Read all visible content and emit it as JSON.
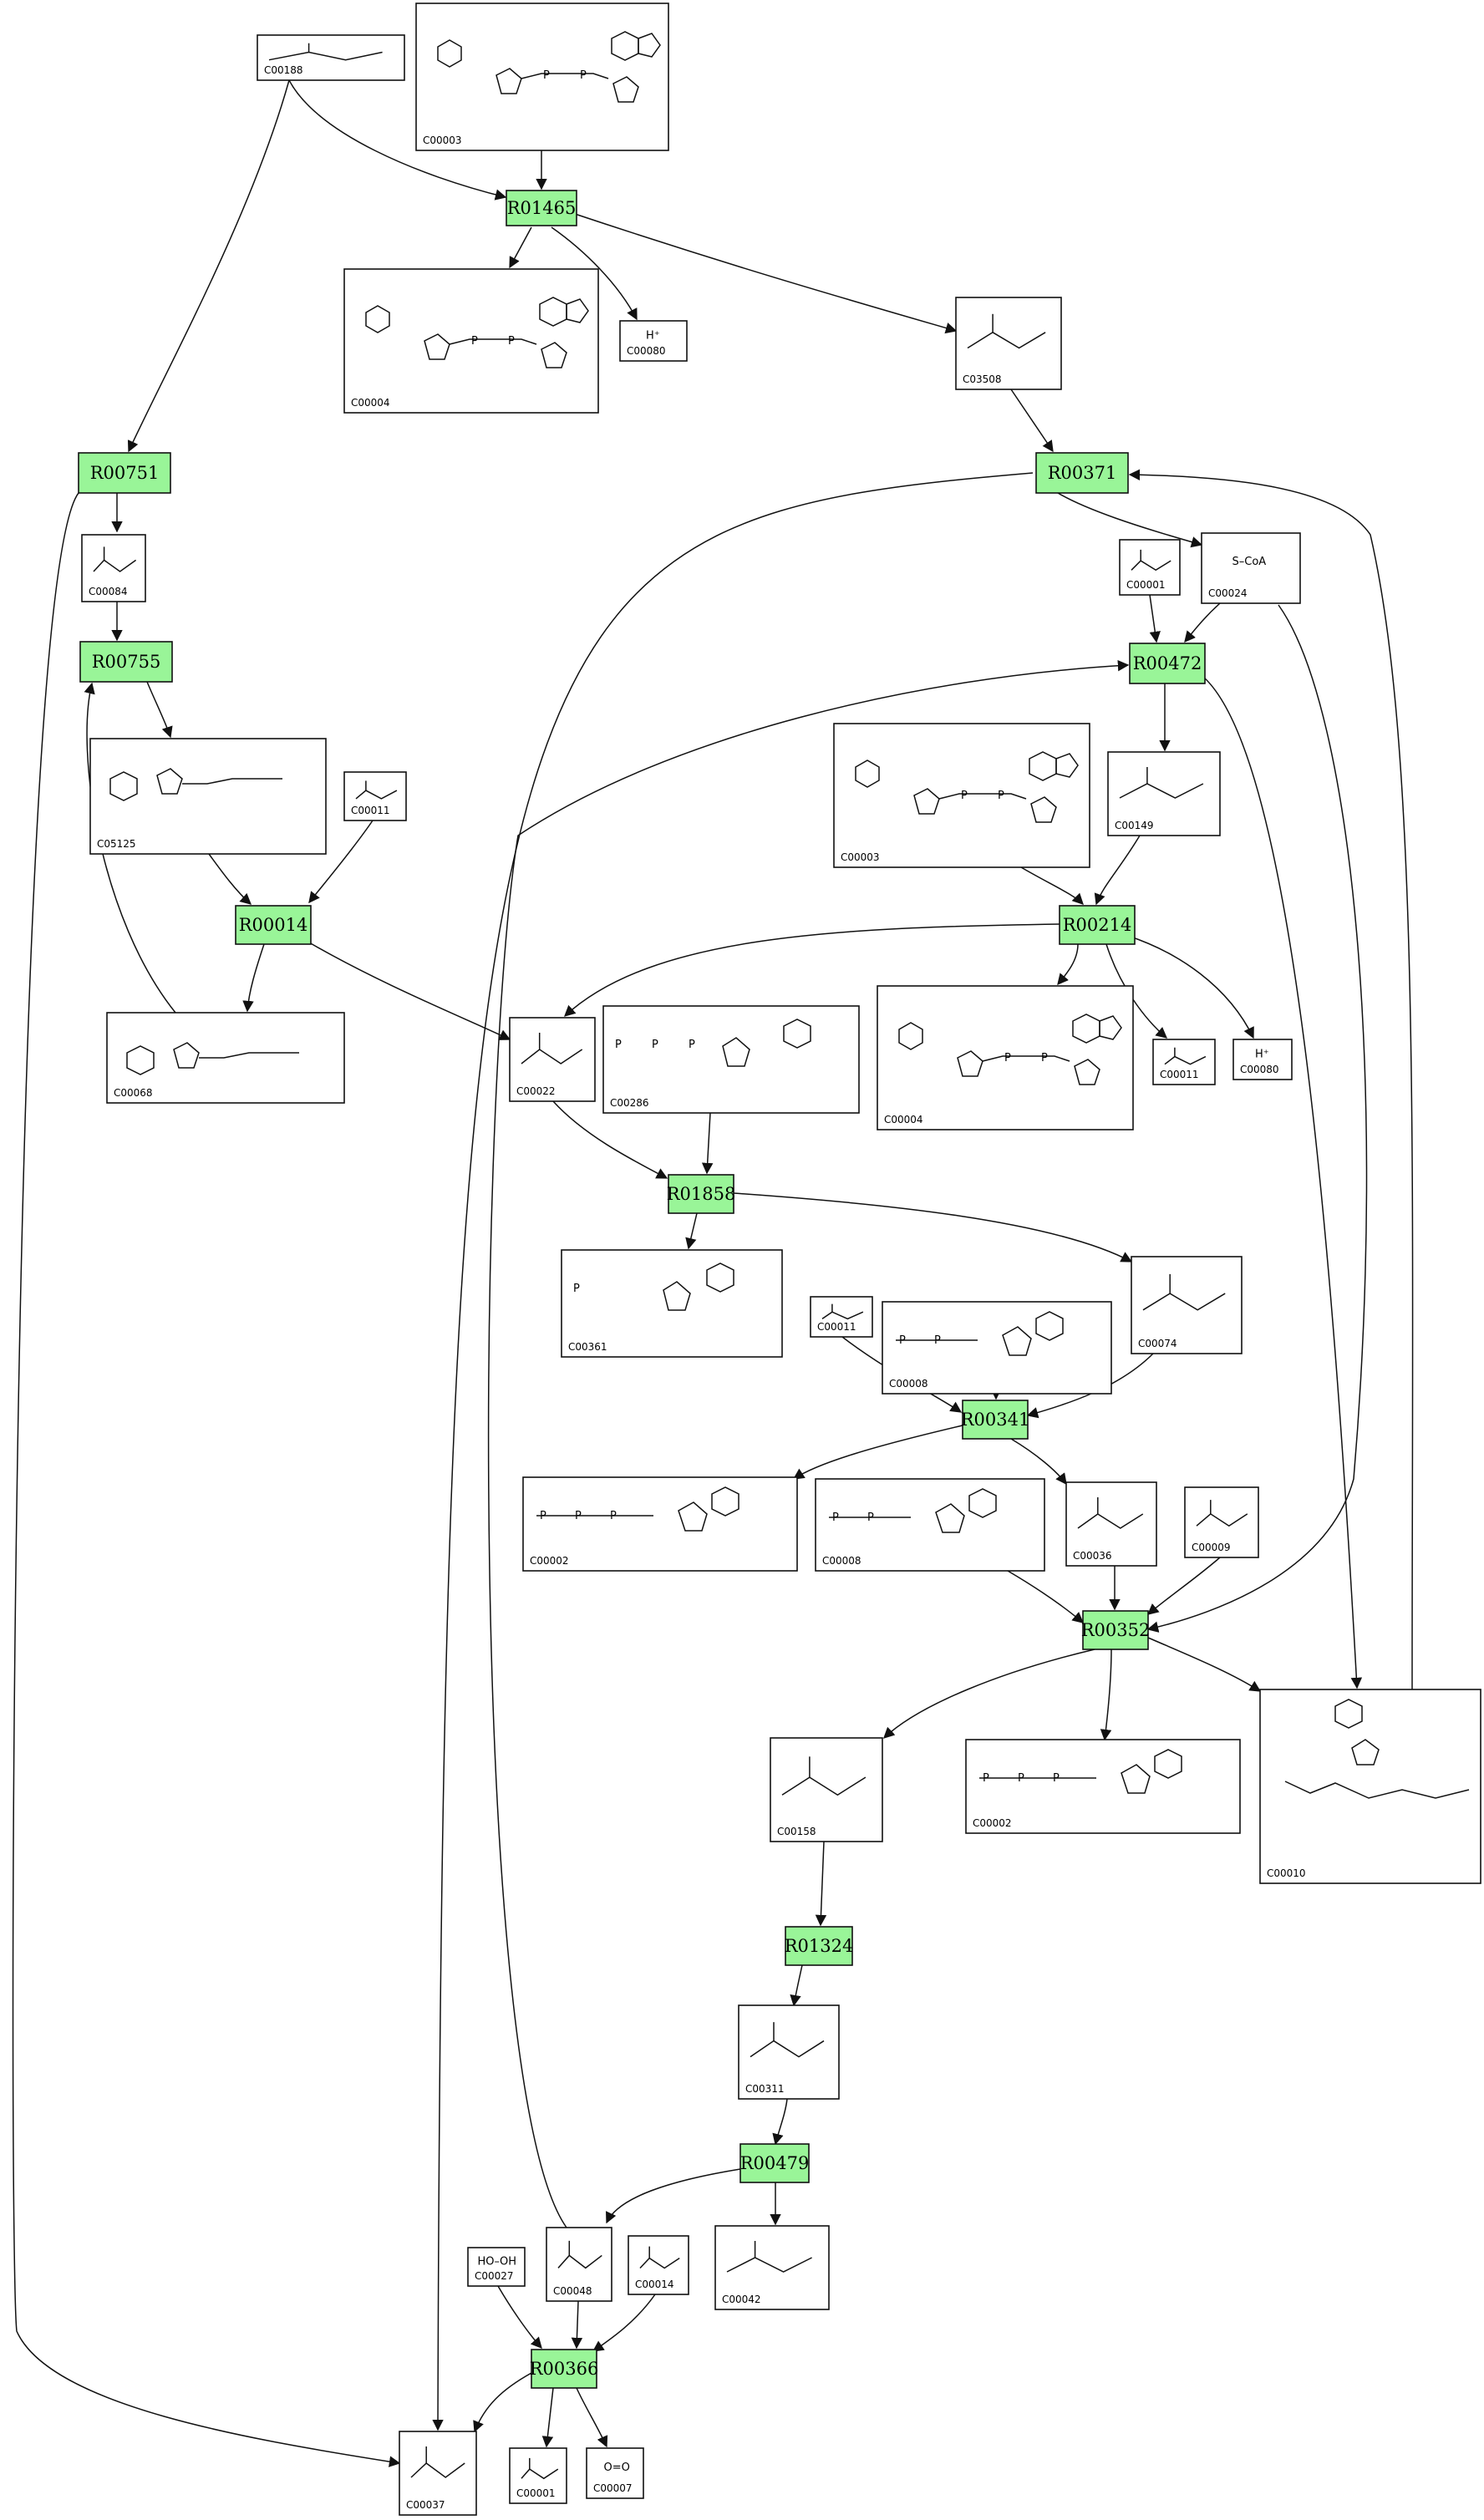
{
  "reactions": [
    {
      "key": "R01465",
      "label": "R01465"
    },
    {
      "key": "R00751",
      "label": "R00751"
    },
    {
      "key": "R00371",
      "label": "R00371"
    },
    {
      "key": "R00755",
      "label": "R00755"
    },
    {
      "key": "R00472",
      "label": "R00472"
    },
    {
      "key": "R00014",
      "label": "R00014"
    },
    {
      "key": "R00214",
      "label": "R00214"
    },
    {
      "key": "R01858",
      "label": "R01858"
    },
    {
      "key": "R00341",
      "label": "R00341"
    },
    {
      "key": "R00352",
      "label": "R00352"
    },
    {
      "key": "R01324",
      "label": "R01324"
    },
    {
      "key": "R00479",
      "label": "R00479"
    },
    {
      "key": "R00366",
      "label": "R00366"
    }
  ],
  "compounds": [
    {
      "key": "C00188",
      "id": "C00188"
    },
    {
      "key": "C00003_top",
      "id": "C00003"
    },
    {
      "key": "C00004_top",
      "id": "C00004"
    },
    {
      "key": "C00080_top",
      "id": "C00080",
      "formula": "H⁺"
    },
    {
      "key": "C03508",
      "id": "C03508"
    },
    {
      "key": "C00084",
      "id": "C00084"
    },
    {
      "key": "C00001_a",
      "id": "C00001"
    },
    {
      "key": "C00024",
      "id": "C00024",
      "formula": "S–CoA"
    },
    {
      "key": "C05125",
      "id": "C05125"
    },
    {
      "key": "C00011_a",
      "id": "C00011"
    },
    {
      "key": "C00003_mid",
      "id": "C00003"
    },
    {
      "key": "C00149",
      "id": "C00149"
    },
    {
      "key": "C00068",
      "id": "C00068"
    },
    {
      "key": "C00022",
      "id": "C00022"
    },
    {
      "key": "C00286",
      "id": "C00286"
    },
    {
      "key": "C00004_mid",
      "id": "C00004"
    },
    {
      "key": "C00011_b",
      "id": "C00011"
    },
    {
      "key": "C00080_b",
      "id": "C00080",
      "formula": "H⁺"
    },
    {
      "key": "C00361",
      "id": "C00361"
    },
    {
      "key": "C00011_c",
      "id": "C00011"
    },
    {
      "key": "C00008",
      "id": "C00008"
    },
    {
      "key": "C00074",
      "id": "C00074"
    },
    {
      "key": "C00002_a",
      "id": "C00002"
    },
    {
      "key": "C00008_b",
      "id": "C00008"
    },
    {
      "key": "C00036",
      "id": "C00036"
    },
    {
      "key": "C00009",
      "id": "C00009"
    },
    {
      "key": "C00158",
      "id": "C00158"
    },
    {
      "key": "C00002_b",
      "id": "C00002"
    },
    {
      "key": "C00010",
      "id": "C00010"
    },
    {
      "key": "C00311",
      "id": "C00311"
    },
    {
      "key": "C00027",
      "id": "C00027",
      "formula": "HO–OH"
    },
    {
      "key": "C00048",
      "id": "C00048"
    },
    {
      "key": "C00014",
      "id": "C00014"
    },
    {
      "key": "C00042",
      "id": "C00042"
    },
    {
      "key": "C00037",
      "id": "C00037"
    },
    {
      "key": "C00001_b",
      "id": "C00001"
    },
    {
      "key": "C00007",
      "id": "C00007",
      "formula": "O=O"
    }
  ]
}
